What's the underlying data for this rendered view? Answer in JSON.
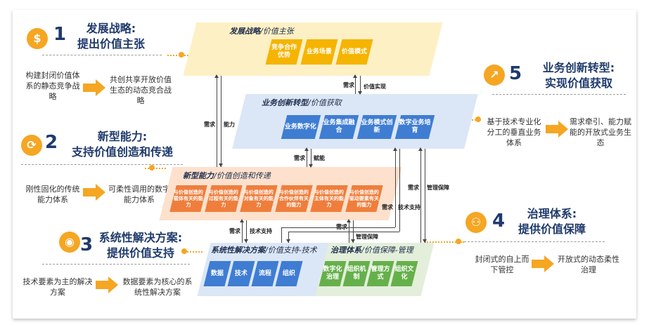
{
  "s1": {
    "num": "1",
    "title1": "发展战略:",
    "title2": "提出价值主张",
    "left": "构建封闭价值体系的静态竞争战略",
    "right": "共创共享开放价值生态的动态竞合战略"
  },
  "s2": {
    "num": "2",
    "title1": "新型能力:",
    "title2": "支持价值创造和传递",
    "left": "刚性固化的传统能力体系",
    "right": "可柔性调用的数字能力体系"
  },
  "s3": {
    "num": "3",
    "title1": "系统性解决方案:",
    "title2": "提供价值支持",
    "left": "技术要素为主的解决方案",
    "right": "数据要素为核心的系统性解决方案"
  },
  "s4": {
    "num": "4",
    "title1": "治理体系:",
    "title2": "提供价值保障",
    "left": "封闭式的自上而下管控",
    "right": "开放式的动态柔性治理"
  },
  "s5": {
    "num": "5",
    "title1": "业务创新转型:",
    "title2": "实现价值获取",
    "left": "基于技术专业化分工的垂直业务体系",
    "right": "需求牵引、能力赋能的开放式业务生态"
  },
  "layer_strategy": {
    "title_bold": "发展战略",
    "title_rest": "/价值主张",
    "boxes": [
      "竞争合作优势",
      "业务场景",
      "价值模式"
    ]
  },
  "layer_business": {
    "title_bold": "业务创新转型",
    "title_rest": "/价值获取",
    "boxes": [
      "业务数字化",
      "业务集成融合",
      "业务模式创新",
      "数字业务培育"
    ]
  },
  "layer_capability": {
    "title_bold": "新型能力",
    "title_rest": "/价值创造和传递",
    "boxes": [
      "与价值创造的载体有关的能力",
      "与价值创造的过程有关的能力",
      "与价值创造的对象有关的能力",
      "与价值创造的合作伙伴有关的能力",
      "与价值创造的主体有关的能力",
      "与价值创造的驱动要素有关的能力"
    ]
  },
  "layer_solution": {
    "title_bold": "系统性解决方案",
    "title_rest": "/价值支持-技术",
    "boxes": [
      "数据",
      "技术",
      "流程",
      "组织"
    ]
  },
  "layer_governance": {
    "title_bold": "治理体系",
    "title_rest": "/价值保障-管理",
    "boxes": [
      "数字化治理",
      "组织机制",
      "管理方式",
      "组织文化"
    ]
  },
  "labels": {
    "xuqiu": "需求",
    "jiazhishixian": "价值实现",
    "nengli": "能力",
    "funeng": "赋能",
    "jishuzhichi": "技术支持",
    "guanlibaozhang": "管理保障"
  },
  "colors": {
    "badge": "#f5a623",
    "title": "#1f3a6b",
    "strategy": "#fdf0c4",
    "business": "#dbe7f6",
    "capability": "#fde1cd",
    "solution": "#dbe7f6",
    "governance": "#e3efda",
    "blue_box": "#3f7dd3",
    "orange_box": "#ef7e3c",
    "green_box": "#66b04b",
    "yellow_box": "#f5b400"
  }
}
